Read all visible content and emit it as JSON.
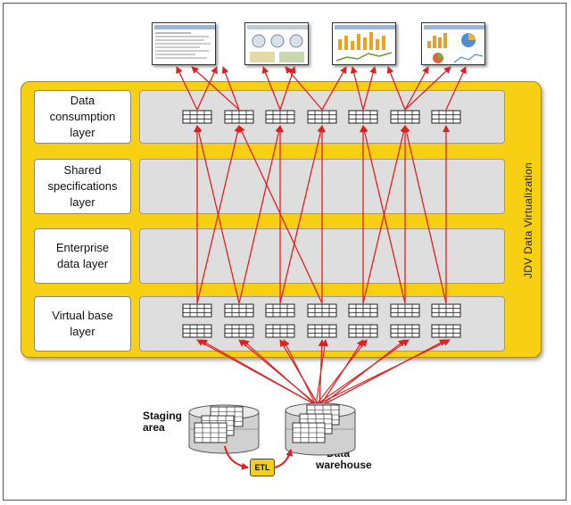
{
  "layers": [
    {
      "key": "consumption",
      "label": "Data consumption layer"
    },
    {
      "key": "shared",
      "label": "Shared specifications layer"
    },
    {
      "key": "enterprise",
      "label": "Enterprise data layer"
    },
    {
      "key": "virtual",
      "label": "Virtual base layer"
    }
  ],
  "platform_title": "JDV Data Virtualization",
  "reports": [
    "report-screenshot-table",
    "report-screenshot-dashboard",
    "report-screenshot-bar-chart",
    "report-screenshot-charts"
  ],
  "sources": {
    "staging_label": "Staging area",
    "warehouse_label": "Data warehouse",
    "etl_label": "ETL"
  },
  "colors": {
    "platform": "#f7cf13",
    "arrows": "#e02020",
    "band": "#dedede"
  }
}
